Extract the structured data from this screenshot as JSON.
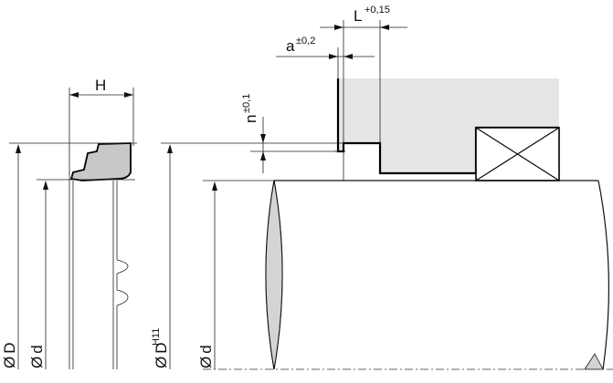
{
  "labels": {
    "H": "H",
    "L": "L",
    "L_tol": "+0,15",
    "a": "a",
    "a_tol": "±0,2",
    "n": "n",
    "n_tol": "±0,1",
    "phi": "Ø",
    "D_seal": "D",
    "d_seal": "d",
    "D_groove": "D",
    "D_groove_tol": "H11",
    "d_shaft": "d"
  },
  "colors": {
    "line": "#000000",
    "seal_fill": "#c8c8c8",
    "housing_fill": "#e6e6e6",
    "shaft_end_fill": "#d4d4d4"
  }
}
